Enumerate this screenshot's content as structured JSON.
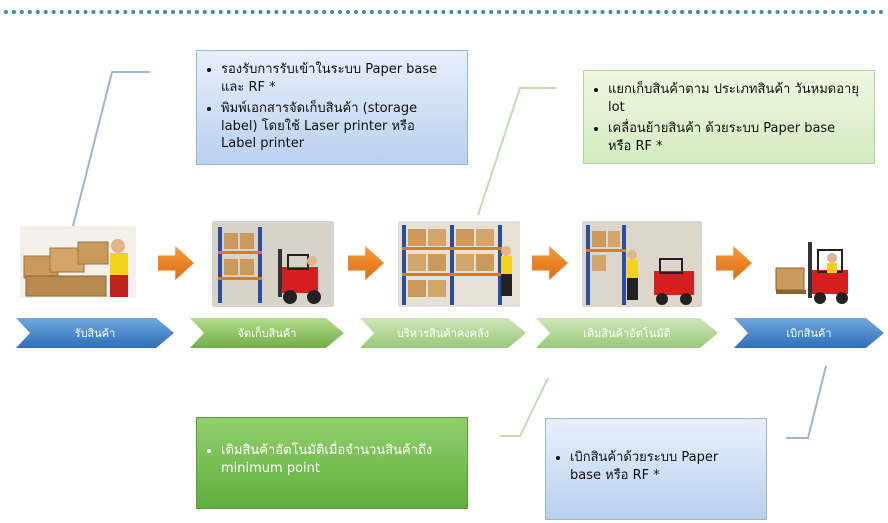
{
  "boxes": {
    "receive_note": {
      "bullets": [
        "รองรับการรับเข้าในระบบ Paper base และ RF *",
        "พิมพ์เอกสารจัดเก็บสินค้า (storage label) โดยใช้ Laser printer หรือ Label printer"
      ]
    },
    "inventory_note": {
      "bullets": [
        "แยกเก็บสินค้าตาม ประเภทสินค้า วันหมดอายุ lot",
        "เคลื่อนย้ายสินค้า ด้วยระบบ Paper base หรือ RF *"
      ]
    },
    "replenish_note": {
      "bullets": [
        "เติมสินค้าอัตโนมัติเมื่อจำนวนสินค้าถึง minimum point"
      ]
    },
    "issue_note": {
      "bullets": [
        "เบิกสินค้าด้วยระบบ Paper base หรือ RF *"
      ]
    }
  },
  "steps": [
    {
      "label": "รับสินค้า",
      "color": "#3f7fc8"
    },
    {
      "label": "จัดเก็บสินค้า",
      "color": "#6fae45"
    },
    {
      "label": "บริหารสินค้าคงคลัง",
      "color": "#8cc26a"
    },
    {
      "label": "เติมสินค้าอัตโนมัติ",
      "color": "#8cc26a"
    },
    {
      "label": "เบิกสินค้า",
      "color": "#3f7fc8"
    }
  ],
  "icons": {
    "step_1": "worker-with-boxes-icon",
    "step_2": "forklift-warehouse-icon",
    "step_3": "warehouse-racks-icon",
    "step_4": "forklift-replenish-icon",
    "step_5": "forklift-pallet-icon",
    "flow_arrow": "orange-right-arrow-icon"
  }
}
